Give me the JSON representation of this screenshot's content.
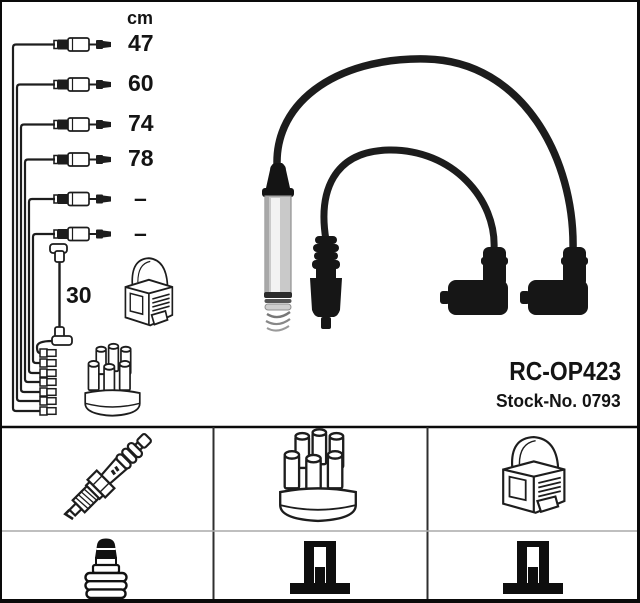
{
  "product": {
    "code": "RC-OP423",
    "stock_no": "Stock-No. 0793"
  },
  "diagram": {
    "unit_label": "cm",
    "cables": [
      {
        "length_cm": "47"
      },
      {
        "length_cm": "60"
      },
      {
        "length_cm": "74"
      },
      {
        "length_cm": "78"
      },
      {
        "length_cm": "–"
      },
      {
        "length_cm": "–"
      }
    ],
    "coil_cable_length_cm": "30",
    "icons": [
      "ignition-coil-icon",
      "distributor-cap-icon",
      "cable-bundle-connectors"
    ]
  },
  "legend": {
    "row1_icons": [
      "spark-plug-icon",
      "distributor-cap-icon",
      "ignition-coil-icon"
    ],
    "row2_icons": [
      "plug-boot-icon",
      "din-terminal-icon",
      "din-terminal-icon"
    ]
  },
  "colors": {
    "background": "#ffffff",
    "line_art": "#1d1d1d",
    "cable_black": "#161616",
    "frame": "#0a0a0a",
    "row_divider": "#aaaaaa",
    "chrome_light": "#c9c9c9"
  }
}
